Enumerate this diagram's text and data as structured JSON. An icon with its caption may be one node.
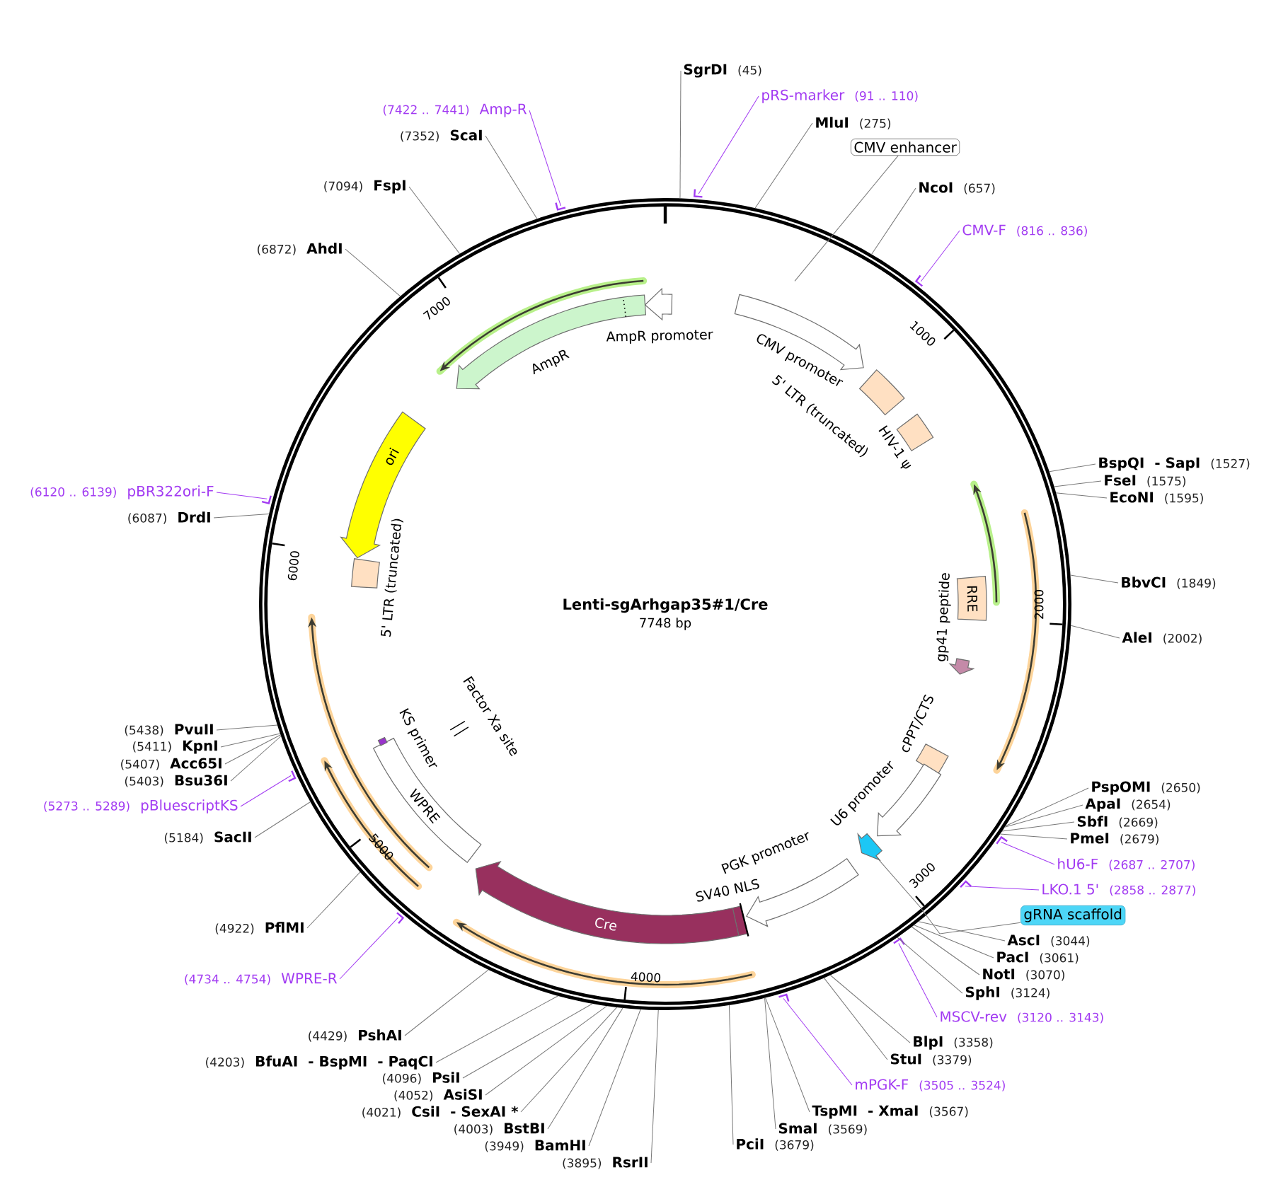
{
  "diagram": {
    "title": "Lenti-sgArhgap35#1/Cre",
    "nodes": [
      {
        "text": [
          "SgrDI",
          "(45)"
        ]
      },
      {
        "text": [
          "pRS-marker",
          "(91 .. 110)"
        ]
      },
      {
        "text": [
          "MluI",
          "(275)"
        ]
      },
      {
        "text": [
          "CMV enhancer"
        ]
      },
      {
        "text": [
          "NcoI",
          "(657)"
        ]
      },
      {
        "text": [
          "CMV-F",
          "(816 .. 836)"
        ]
      },
      {
        "text": [
          "BspQI",
          "- SapI",
          "(1527)"
        ]
      },
      {
        "text": [
          "FseI",
          "(1575)"
        ]
      },
      {
        "text": [
          "EcoNI",
          "(1595)"
        ]
      },
      {
        "text": [
          "BbvCI",
          "(1849)"
        ]
      },
      {
        "text": [
          "AleI",
          "(2002)"
        ]
      },
      {
        "text": [
          "PspOMI",
          "(2650)"
        ]
      },
      {
        "text": [
          "ApaI",
          "(2654)"
        ]
      },
      {
        "text": [
          "SbfI",
          "(2669)"
        ]
      },
      {
        "text": [
          "PmeI",
          "(2679)"
        ]
      },
      {
        "text": [
          "hU6-F",
          "(2687 .. 2707)"
        ]
      },
      {
        "text": [
          "LKO.1 5'",
          "(2858 .. 2877)"
        ]
      },
      {
        "text": [
          "gRNA scaffold"
        ]
      },
      {
        "text": [
          "AscI",
          "(3044)"
        ]
      },
      {
        "text": [
          "PacI",
          "(3061)"
        ]
      },
      {
        "text": [
          "NotI",
          "(3070)"
        ]
      },
      {
        "text": [
          "SphI",
          "(3124)"
        ]
      },
      {
        "text": [
          "MSCV-rev",
          "(3120 .. 3143)"
        ]
      },
      {
        "text": [
          "BlpI",
          "(3358)"
        ]
      },
      {
        "text": [
          "StuI",
          "(3379)"
        ]
      },
      {
        "text": [
          "mPGK-F",
          "(3505 .. 3524)"
        ]
      },
      {
        "text": [
          "TspMI",
          "- XmaI",
          "(3567)"
        ]
      },
      {
        "text": [
          "SmaI",
          "(3569)"
        ]
      },
      {
        "text": [
          "PciI",
          "(3679)"
        ]
      },
      {
        "text": [
          "(3895)",
          "RsrII"
        ]
      },
      {
        "text": [
          "(3949)",
          "BamHI"
        ]
      },
      {
        "text": [
          "(4003)",
          "BstBI"
        ]
      },
      {
        "text": [
          "(4021)",
          "CsiI",
          "- SexAI *"
        ]
      },
      {
        "text": [
          "(4052)",
          "AsiSI"
        ]
      },
      {
        "text": [
          "(4096)",
          "PsiI"
        ]
      },
      {
        "text": [
          "(4203)",
          "BfuAI",
          "- BspMI",
          "- PaqCI"
        ]
      },
      {
        "text": [
          "(4429)",
          "PshAI"
        ]
      },
      {
        "text": [
          "(4734 .. 4754)",
          "WPRE-R"
        ]
      },
      {
        "text": [
          "(4922)",
          "PflMI"
        ]
      },
      {
        "text": [
          "(5184)",
          "SacII"
        ]
      },
      {
        "text": [
          "(5273 .. 5289)",
          "pBluescriptKS"
        ]
      },
      {
        "text": [
          "(5403)",
          "Bsu36I"
        ]
      },
      {
        "text": [
          "(5407)",
          "Acc65I"
        ]
      },
      {
        "text": [
          "(5411)",
          "KpnI"
        ]
      },
      {
        "text": [
          "(5438)",
          "PvuII"
        ]
      },
      {
        "text": [
          "(6087)",
          "DrdI"
        ]
      },
      {
        "text": [
          "(6120 .. 6139)",
          "pBR322ori-F"
        ]
      },
      {
        "text": [
          "(6872)",
          "AhdI"
        ]
      },
      {
        "text": [
          "(7094)",
          "FspI"
        ]
      },
      {
        "text": [
          "(7352)",
          "ScaI"
        ]
      },
      {
        "text": [
          "(7422 .. 7441)",
          "Amp-R"
        ]
      },
      {
        "text": [
          "AmpR promoter"
        ]
      },
      {
        "text": [
          "AmpR"
        ]
      },
      {
        "text": [
          "CMV promoter"
        ]
      },
      {
        "text": [
          "5' LTR (truncated)"
        ]
      },
      {
        "text": [
          "HIV-1 ψ"
        ]
      },
      {
        "text": [
          "RRE"
        ]
      },
      {
        "text": [
          "gp41 peptide"
        ]
      },
      {
        "text": [
          "cPPT/CTS"
        ]
      },
      {
        "text": [
          "U6 promoter"
        ]
      },
      {
        "text": [],
        "shape": "arrow"
      },
      {
        "text": [
          "PGK promoter"
        ]
      },
      {
        "text": [
          "SV40 NLS"
        ]
      },
      {
        "text": [
          "Cre"
        ]
      },
      {
        "text": [
          "WPRE"
        ]
      },
      {
        "text": [
          "KS primer"
        ]
      },
      {
        "text": [
          "Factor Xa site"
        ]
      },
      {
        "text": [
          "5' LTR (truncated)"
        ]
      },
      {
        "text": [
          "ori"
        ]
      }
    ],
    "edges": [
      {
        "from": 0,
        "to": null,
        "arrow": "none"
      },
      {
        "from": 1,
        "to": null,
        "arrow": "none",
        "color": "#a23bf2"
      },
      {
        "from": 2,
        "to": null,
        "arrow": "none"
      },
      {
        "from": 3,
        "to": null,
        "arrow": "none"
      },
      {
        "from": 4,
        "to": null,
        "arrow": "none"
      },
      {
        "from": 5,
        "to": null,
        "arrow": "none",
        "color": "#a23bf2"
      },
      {
        "from": 6,
        "to": null,
        "arrow": "none"
      },
      {
        "from": 7,
        "to": null,
        "arrow": "none"
      },
      {
        "from": 8,
        "to": null,
        "arrow": "none"
      },
      {
        "from": 9,
        "to": null,
        "arrow": "none"
      },
      {
        "from": 10,
        "to": null,
        "arrow": "none"
      },
      {
        "from": 11,
        "to": null,
        "arrow": "none"
      },
      {
        "from": 12,
        "to": null,
        "arrow": "none"
      },
      {
        "from": 13,
        "to": null,
        "arrow": "none"
      },
      {
        "from": 14,
        "to": null,
        "arrow": "none"
      },
      {
        "from": 15,
        "to": null,
        "arrow": "none",
        "color": "#a23bf2"
      },
      {
        "from": 16,
        "to": null,
        "arrow": "none",
        "color": "#a23bf2"
      },
      {
        "from": 17,
        "to": 60,
        "arrow": "none"
      },
      {
        "from": 18,
        "to": null,
        "arrow": "none"
      },
      {
        "from": 19,
        "to": null,
        "arrow": "none"
      },
      {
        "from": 20,
        "to": null,
        "arrow": "none"
      },
      {
        "from": 21,
        "to": null,
        "arrow": "none"
      },
      {
        "from": 22,
        "to": null,
        "arrow": "none",
        "color": "#a23bf2"
      },
      {
        "from": 23,
        "to": null,
        "arrow": "none"
      },
      {
        "from": 24,
        "to": null,
        "arrow": "none"
      },
      {
        "from": 25,
        "to": null,
        "arrow": "none",
        "color": "#a23bf2"
      },
      {
        "from": 26,
        "to": null,
        "arrow": "none"
      },
      {
        "from": 27,
        "to": null,
        "arrow": "none"
      },
      {
        "from": 28,
        "to": null,
        "arrow": "none"
      },
      {
        "from": 29,
        "to": null,
        "arrow": "none"
      },
      {
        "from": 30,
        "to": null,
        "arrow": "none"
      },
      {
        "from": 31,
        "to": null,
        "arrow": "none"
      },
      {
        "from": 32,
        "to": null,
        "arrow": "none"
      },
      {
        "from": 33,
        "to": null,
        "arrow": "none"
      },
      {
        "from": 34,
        "to": null,
        "arrow": "none"
      },
      {
        "from": 35,
        "to": null,
        "arrow": "none"
      },
      {
        "from": 36,
        "to": null,
        "arrow": "none"
      },
      {
        "from": 37,
        "to": null,
        "arrow": "none",
        "color": "#a23bf2"
      },
      {
        "from": 38,
        "to": null,
        "arrow": "none"
      },
      {
        "from": 39,
        "to": null,
        "arrow": "none"
      },
      {
        "from": 40,
        "to": null,
        "arrow": "none",
        "color": "#a23bf2"
      },
      {
        "from": 41,
        "to": null,
        "arrow": "none"
      },
      {
        "from": 42,
        "to": null,
        "arrow": "none"
      },
      {
        "from": 43,
        "to": null,
        "arrow": "none"
      },
      {
        "from": 44,
        "to": null,
        "arrow": "none"
      },
      {
        "from": 45,
        "to": null,
        "arrow": "none"
      },
      {
        "from": 46,
        "to": null,
        "arrow": "none",
        "color": "#a23bf2"
      },
      {
        "from": 47,
        "to": null,
        "arrow": "none"
      },
      {
        "from": 48,
        "to": null,
        "arrow": "none"
      },
      {
        "from": 49,
        "to": null,
        "arrow": "none"
      },
      {
        "from": 50,
        "to": null,
        "arrow": "none",
        "color": "#a23bf2"
      }
    ],
    "labels": [
      "7748 bp",
      "1000",
      "2000",
      "3000",
      "4000",
      "5000",
      "6000",
      "7000"
    ]
  }
}
